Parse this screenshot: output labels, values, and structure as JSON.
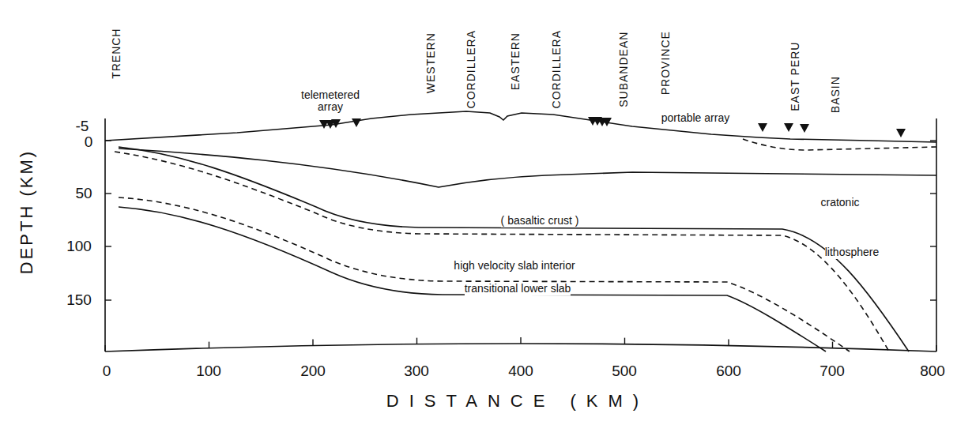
{
  "diagram": {
    "labels": [
      "TRENCH",
      "telemetered array",
      "WESTERN",
      "CORDILLERA",
      "EASTERN",
      "CORDILLERA",
      "SUBANDEAN",
      "PROVINCE",
      "portable array",
      "EAST PERU",
      "BASIN",
      "( basaltic crust )",
      "high velocity slab interior",
      "transitional lower slab",
      "cratonic",
      "lithosphere",
      "-5",
      "0",
      "50",
      "100",
      "150",
      "0",
      "100",
      "200",
      "300",
      "400",
      "500",
      "600",
      "700",
      "800",
      "DEPTH (KM)",
      "DISTANCE (KM)"
    ]
  }
}
